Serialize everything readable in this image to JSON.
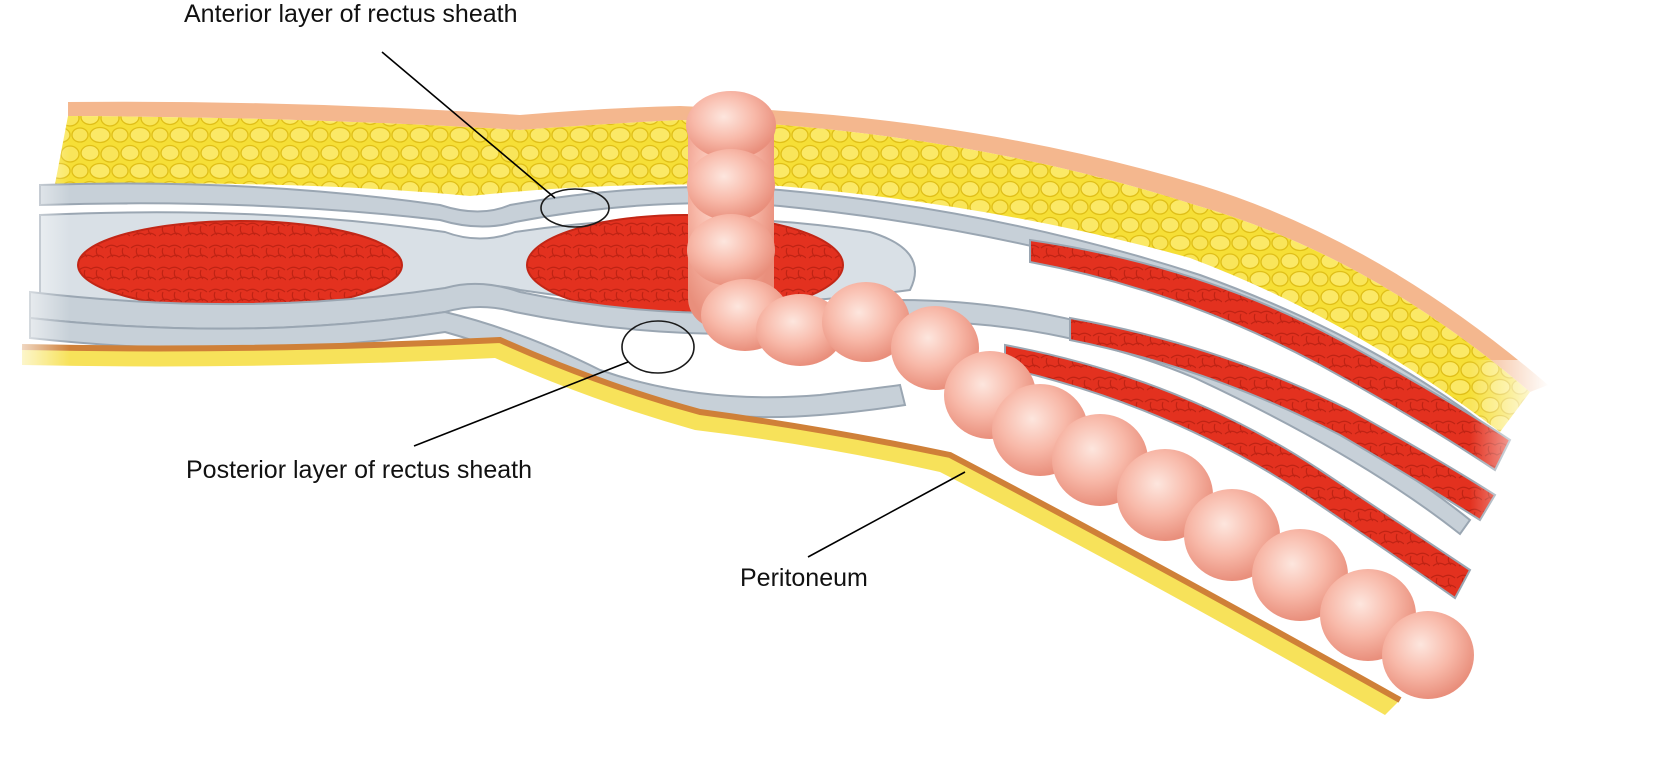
{
  "labels": {
    "anterior": "Anterior layer of rectus sheath",
    "posterior": "Posterior layer of rectus sheath",
    "peritoneum": "Peritoneum"
  },
  "colors": {
    "skin": "#f4b78e",
    "fat": "#f6e03a",
    "fat_cell_edge": "#e2c21a",
    "fascia": "#c5ced6",
    "fascia_edge": "#9aa6b2",
    "muscle": "#e2301e",
    "muscle_cell_edge": "#b81c10",
    "peritoneum_orange": "#cf8038",
    "peritoneum_yellow": "#f7e25a",
    "stoma": "#f7b4a4",
    "stoma_highlight": "#fde3da"
  }
}
